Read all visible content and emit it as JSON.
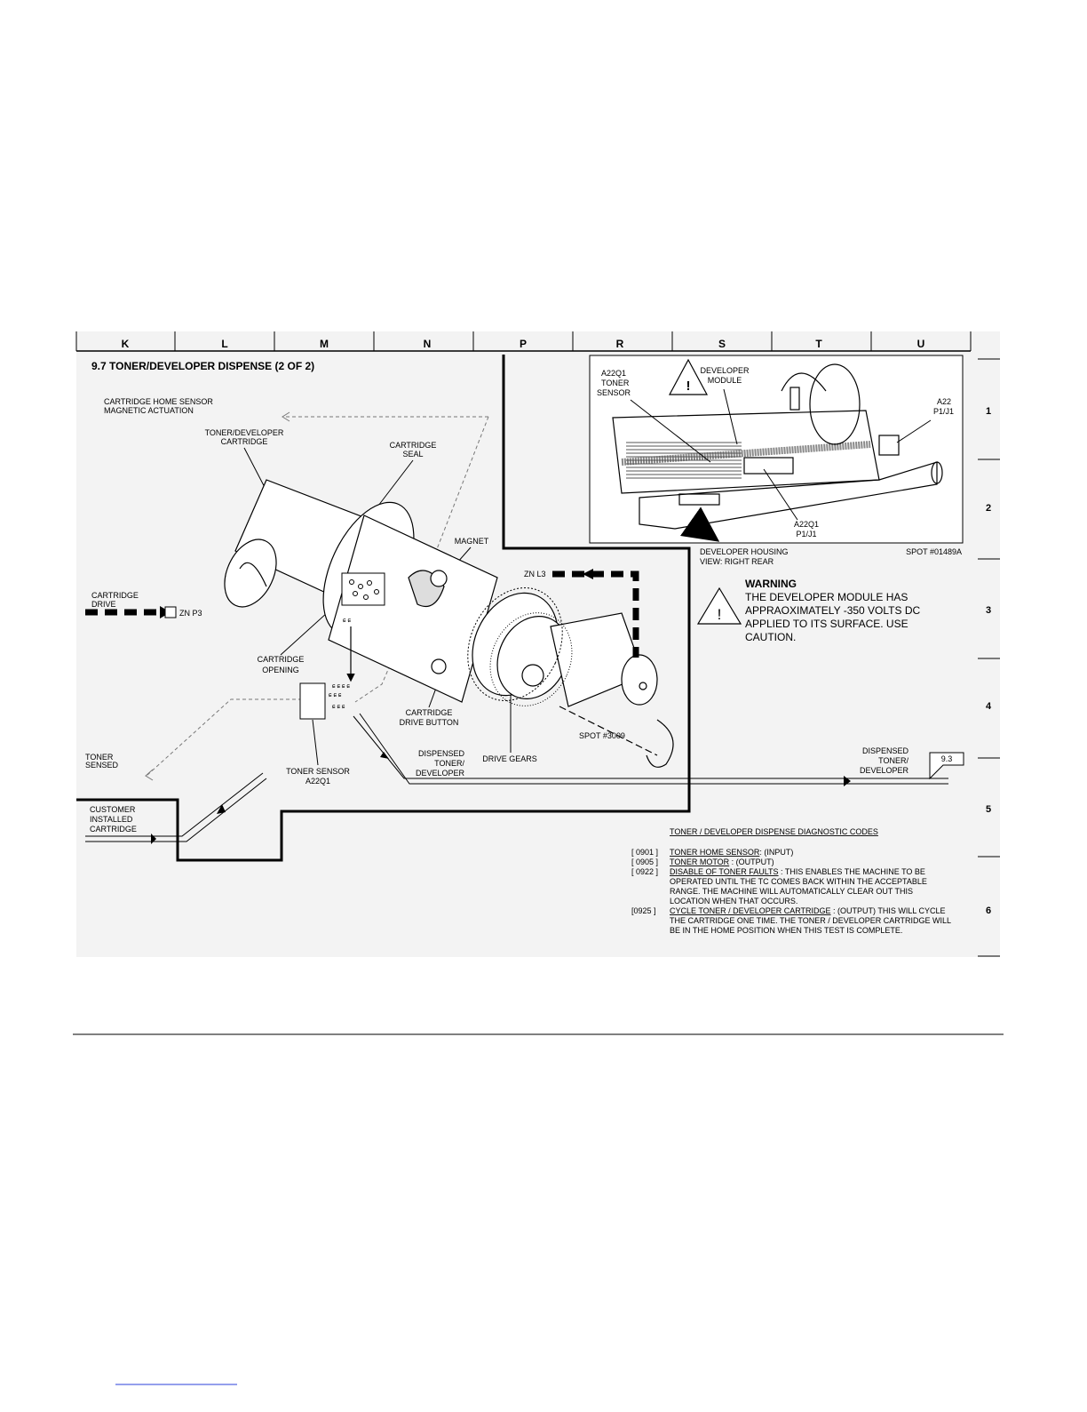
{
  "zones": [
    "K",
    "L",
    "M",
    "N",
    "P",
    "R",
    "S",
    "T",
    "U"
  ],
  "rows": [
    "1",
    "2",
    "3",
    "4",
    "5",
    "6"
  ],
  "section_title": "9.7  TONER/DEVELOPER DISPENSE (2 OF 2)",
  "labels": {
    "home_sensor_1": "CARTRIDGE HOME SENSOR",
    "home_sensor_2": "MAGNETIC ACTUATION",
    "cartridge_1": "TONER/DEVELOPER",
    "cartridge_2": "CARTRIDGE",
    "seal_1": "CARTRIDGE",
    "seal_2": "SEAL",
    "magnet": "MAGNET",
    "zn_l3": "ZN L3",
    "cart_drive_1": "CARTRIDGE",
    "cart_drive_2": "DRIVE",
    "zn_p3": "ZN P3",
    "opening_1": "CARTRIDGE",
    "opening_2": "OPENING",
    "drive_button_1": "CARTRIDGE",
    "drive_button_2": "DRIVE BUTTON",
    "spot_3009": "SPOT #3009",
    "drive_gears": "DRIVE GEARS",
    "dispensed_1": "DISPENSED",
    "dispensed_2": "TONER/",
    "dispensed_3": "DEVELOPER",
    "toner_sensed_1": "TONER",
    "toner_sensed_2": "SENSED",
    "toner_sensor_1": "TONER SENSOR",
    "toner_sensor_2": "A22Q1",
    "customer_1": "CUSTOMER",
    "customer_2": "INSTALLED",
    "customer_3": "CARTRIDGE",
    "out_dispensed_1": "DISPENSED",
    "out_dispensed_2": "TONER/",
    "out_dispensed_3": "DEVELOPER",
    "ref_box": "9.3"
  },
  "inset": {
    "sensor_1": "A22Q1",
    "sensor_2": "TONER",
    "sensor_3": "SENSOR",
    "module_1": "DEVELOPER",
    "module_2": "MODULE",
    "a22_1": "A22",
    "a22_2": "P1/J1",
    "a22q1_1": "A22Q1",
    "a22q1_2": "P1/J1",
    "caption_1": "DEVELOPER HOUSING",
    "caption_2": "VIEW:  RIGHT REAR",
    "spot": "SPOT #01489A"
  },
  "warning": {
    "heading": "WARNING",
    "lines": [
      "THE DEVELOPER MODULE HAS",
      "APPRAOXIMATELY -350 VOLTS DC",
      "APPLIED TO ITS SURFACE.  USE",
      "CAUTION."
    ]
  },
  "diagnostics": {
    "title": "TONER / DEVELOPER DISPENSE  DIAGNOSTIC CODES",
    "codes": [
      {
        "code": "[ 0901 ]",
        "name": "TONER HOME SENSOR",
        "desc": ": (INPUT)",
        "more": []
      },
      {
        "code": "[ 0905 ]",
        "name": "TONER MOTOR",
        "desc": " :  (OUTPUT)",
        "more": []
      },
      {
        "code": "[ 0922 ]",
        "name": "DISABLE OF TONER FAULTS",
        "desc": " :  THIS ENABLES THE MACHINE TO BE",
        "more": [
          "OPERATED UNTIL THE TC COMES BACK WITHIN THE ACCEPTABLE",
          "RANGE.  THE MACHINE WILL AUTOMATICALLY CLEAR OUT THIS",
          "LOCATION WHEN THAT OCCURS."
        ]
      },
      {
        "code": "[0925 ]",
        "name": "CYCLE TONER / DEVELOPER CARTRIDGE",
        "desc": " :  (OUTPUT) THIS WILL CYCLE",
        "more": [
          "THE CARTRIDGE ONE TIME.  THE TONER / DEVELOPER CARTRIDGE WILL",
          "BE IN THE HOME POSITION WHEN THIS TEST IS COMPLETE."
        ]
      }
    ]
  },
  "colors": {
    "background": "#f3f3f3",
    "line": "#000000",
    "footer_link": "#2b3fd8"
  }
}
